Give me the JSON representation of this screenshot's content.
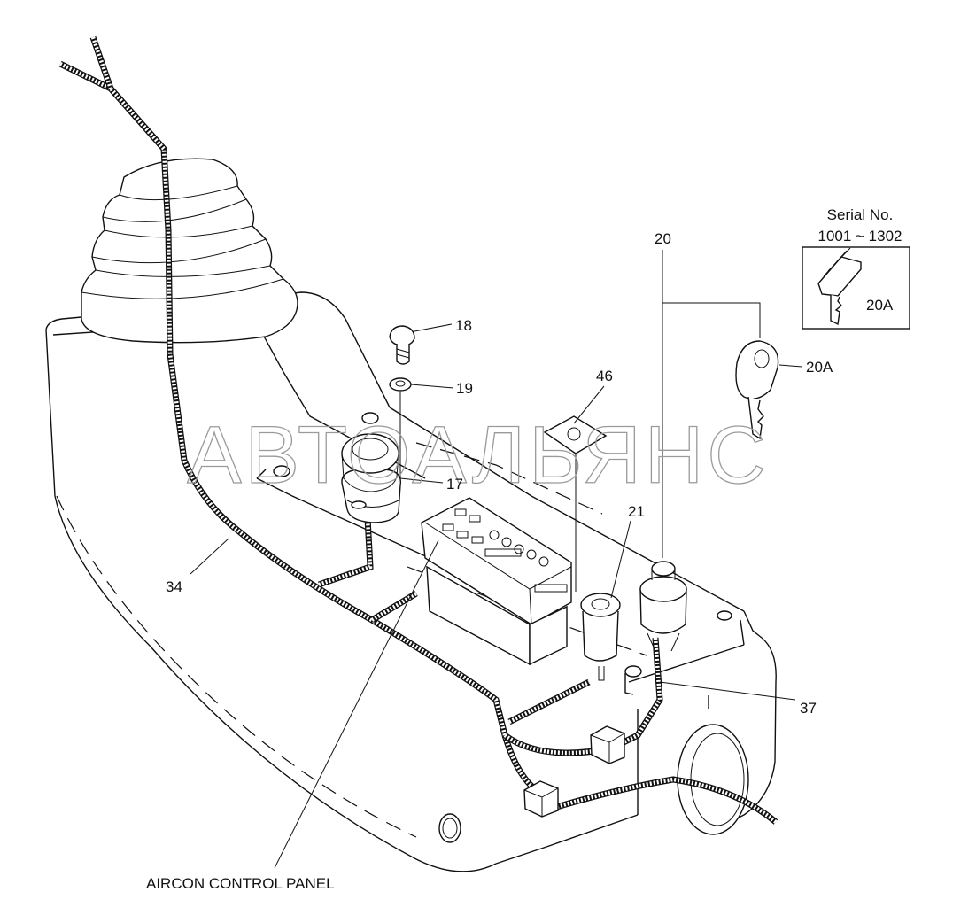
{
  "watermark": "АВТОАЛЬЯНС",
  "inset": {
    "serial_title": "Serial No.",
    "serial_range": "1001 ~ 1302",
    "key_label": "20A"
  },
  "callouts": {
    "c18": "18",
    "c19": "19",
    "c17": "17",
    "c46": "46",
    "c20": "20",
    "c20a": "20A",
    "c21": "21",
    "c34": "34",
    "c37": "37"
  },
  "caption": "AIRCON CONTROL PANEL"
}
